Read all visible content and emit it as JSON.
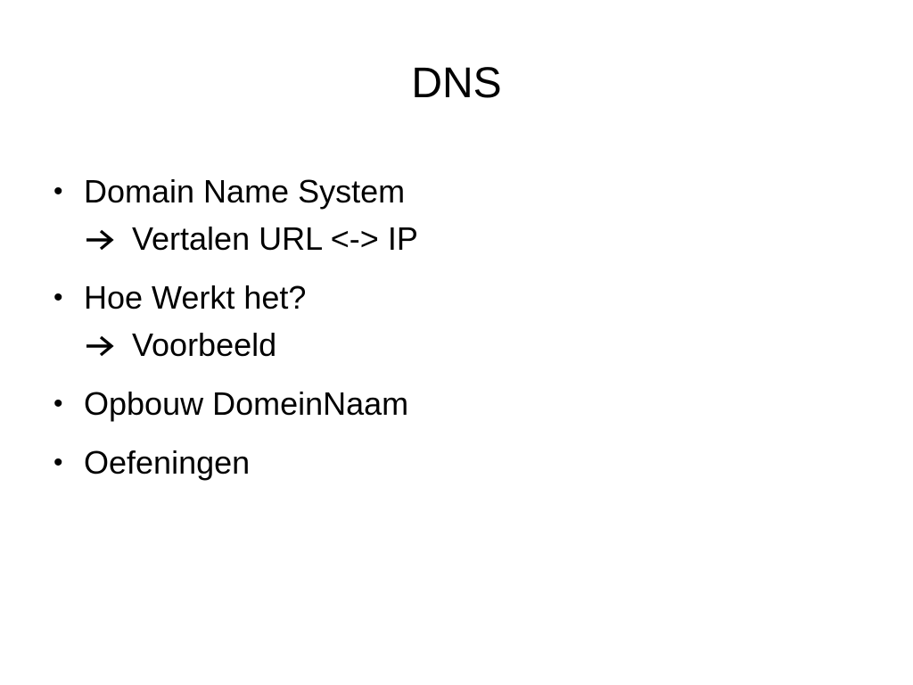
{
  "slide": {
    "title": "DNS",
    "bullets": [
      {
        "text": "Domain Name System",
        "sub": {
          "icon": "right-arrow-icon",
          "text": "Vertalen URL <-> IP"
        }
      },
      {
        "text": "Hoe Werkt het?",
        "sub": {
          "icon": "right-arrow-icon",
          "text": "Voorbeeld"
        }
      },
      {
        "text": "Opbouw DomeinNaam"
      },
      {
        "text": "Oefeningen"
      }
    ],
    "bullet_glyph": "•"
  }
}
